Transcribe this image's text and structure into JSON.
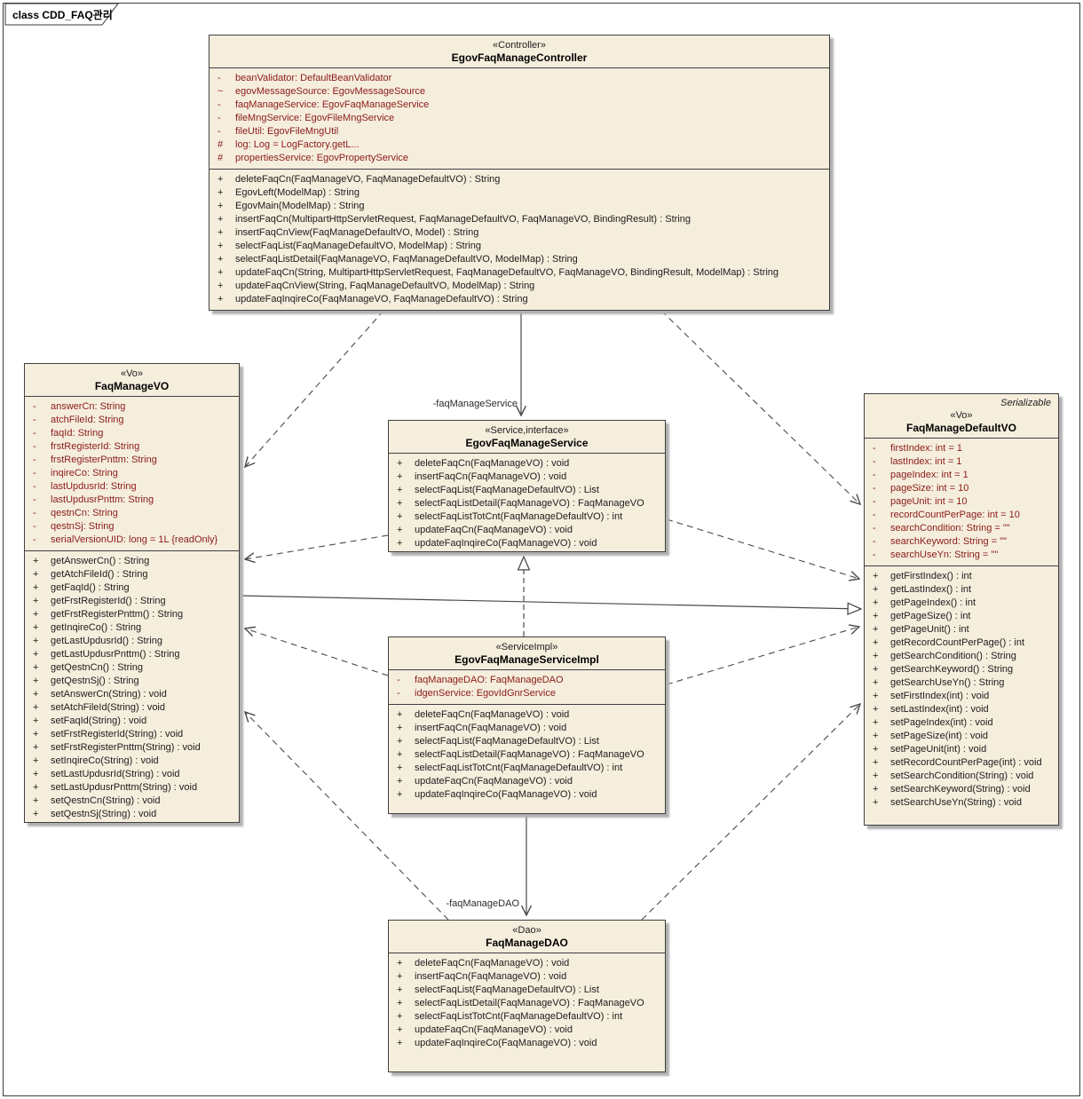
{
  "frame": {
    "title": "class CDD_FAQ관리"
  },
  "colors": {
    "background": "#ffffff",
    "box_fill": "#f5eedd",
    "box_border": "#3f3f3f",
    "attribute_text": "#8b1a1a",
    "method_text": "#1c1c1c",
    "line": "#4a4a4a",
    "shadow": "#b0b0b0"
  },
  "connectors": {
    "controller_service_label": "-faqManageService",
    "serviceimpl_dao_label": "-faqManageDAO"
  },
  "classes": {
    "controller": {
      "stereotype": "«Controller»",
      "name": "EgovFaqManageController",
      "attributes": [
        {
          "v": "-",
          "t": "beanValidator:  DefaultBeanValidator"
        },
        {
          "v": "~",
          "t": "egovMessageSource:  EgovMessageSource"
        },
        {
          "v": "-",
          "t": "faqManageService:  EgovFaqManageService"
        },
        {
          "v": "-",
          "t": "fileMngService:  EgovFileMngService"
        },
        {
          "v": "-",
          "t": "fileUtil:  EgovFileMngUtil"
        },
        {
          "v": "#",
          "t": "log:  Log = LogFactory.getL..."
        },
        {
          "v": "#",
          "t": "propertiesService:  EgovPropertyService"
        }
      ],
      "methods": [
        {
          "v": "+",
          "t": "deleteFaqCn(FaqManageVO, FaqManageDefaultVO) : String"
        },
        {
          "v": "+",
          "t": "EgovLeft(ModelMap) : String"
        },
        {
          "v": "+",
          "t": "EgovMain(ModelMap) : String"
        },
        {
          "v": "+",
          "t": "insertFaqCn(MultipartHttpServletRequest, FaqManageDefaultVO, FaqManageVO, BindingResult) : String"
        },
        {
          "v": "+",
          "t": "insertFaqCnView(FaqManageDefaultVO, Model) : String"
        },
        {
          "v": "+",
          "t": "selectFaqList(FaqManageDefaultVO, ModelMap) : String"
        },
        {
          "v": "+",
          "t": "selectFaqListDetail(FaqManageVO, FaqManageDefaultVO, ModelMap) : String"
        },
        {
          "v": "+",
          "t": "updateFaqCn(String, MultipartHttpServletRequest, FaqManageDefaultVO, FaqManageVO, BindingResult, ModelMap) : String"
        },
        {
          "v": "+",
          "t": "updateFaqCnView(String, FaqManageDefaultVO, ModelMap) : String"
        },
        {
          "v": "+",
          "t": "updateFaqInqireCo(FaqManageVO, FaqManageDefaultVO) : String"
        }
      ]
    },
    "faq_manage_vo": {
      "stereotype": "«Vo»",
      "name": "FaqManageVO",
      "attributes": [
        {
          "v": "-",
          "t": "answerCn:  String"
        },
        {
          "v": "-",
          "t": "atchFileId:  String"
        },
        {
          "v": "-",
          "t": "faqId:  String"
        },
        {
          "v": "-",
          "t": "frstRegisterId:  String"
        },
        {
          "v": "-",
          "t": "frstRegisterPnttm:  String"
        },
        {
          "v": "-",
          "t": "inqireCo:  String"
        },
        {
          "v": "-",
          "t": "lastUpdusrId:  String"
        },
        {
          "v": "-",
          "t": "lastUpdusrPnttm:  String"
        },
        {
          "v": "-",
          "t": "qestnCn:  String"
        },
        {
          "v": "-",
          "t": "qestnSj:  String"
        },
        {
          "v": "-",
          "t": "serialVersionUID:  long = 1L {readOnly}"
        }
      ],
      "methods": [
        {
          "v": "+",
          "t": "getAnswerCn() : String"
        },
        {
          "v": "+",
          "t": "getAtchFileId() : String"
        },
        {
          "v": "+",
          "t": "getFaqId() : String"
        },
        {
          "v": "+",
          "t": "getFrstRegisterId() : String"
        },
        {
          "v": "+",
          "t": "getFrstRegisterPnttm() : String"
        },
        {
          "v": "+",
          "t": "getInqireCo() : String"
        },
        {
          "v": "+",
          "t": "getLastUpdusrId() : String"
        },
        {
          "v": "+",
          "t": "getLastUpdusrPnttm() : String"
        },
        {
          "v": "+",
          "t": "getQestnCn() : String"
        },
        {
          "v": "+",
          "t": "getQestnSj() : String"
        },
        {
          "v": "+",
          "t": "setAnswerCn(String) : void"
        },
        {
          "v": "+",
          "t": "setAtchFileId(String) : void"
        },
        {
          "v": "+",
          "t": "setFaqId(String) : void"
        },
        {
          "v": "+",
          "t": "setFrstRegisterId(String) : void"
        },
        {
          "v": "+",
          "t": "setFrstRegisterPnttm(String) : void"
        },
        {
          "v": "+",
          "t": "setInqireCo(String) : void"
        },
        {
          "v": "+",
          "t": "setLastUpdusrId(String) : void"
        },
        {
          "v": "+",
          "t": "setLastUpdusrPnttm(String) : void"
        },
        {
          "v": "+",
          "t": "setQestnCn(String) : void"
        },
        {
          "v": "+",
          "t": "setQestnSj(String) : void"
        }
      ]
    },
    "service": {
      "stereotype": "«Service,interface»",
      "name": "EgovFaqManageService",
      "methods": [
        {
          "v": "+",
          "t": "deleteFaqCn(FaqManageVO) : void"
        },
        {
          "v": "+",
          "t": "insertFaqCn(FaqManageVO) : void"
        },
        {
          "v": "+",
          "t": "selectFaqList(FaqManageDefaultVO) : List"
        },
        {
          "v": "+",
          "t": "selectFaqListDetail(FaqManageVO) : FaqManageVO"
        },
        {
          "v": "+",
          "t": "selectFaqListTotCnt(FaqManageDefaultVO) : int"
        },
        {
          "v": "+",
          "t": "updateFaqCn(FaqManageVO) : void"
        },
        {
          "v": "+",
          "t": "updateFaqInqireCo(FaqManageVO) : void"
        }
      ]
    },
    "service_impl": {
      "stereotype": "«ServiceImpl»",
      "name": "EgovFaqManageServiceImpl",
      "attributes": [
        {
          "v": "-",
          "t": "faqManageDAO:  FaqManageDAO"
        },
        {
          "v": "-",
          "t": "idgenService:  EgovIdGnrService"
        }
      ],
      "methods": [
        {
          "v": "+",
          "t": "deleteFaqCn(FaqManageVO) : void"
        },
        {
          "v": "+",
          "t": "insertFaqCn(FaqManageVO) : void"
        },
        {
          "v": "+",
          "t": "selectFaqList(FaqManageDefaultVO) : List"
        },
        {
          "v": "+",
          "t": "selectFaqListDetail(FaqManageVO) : FaqManageVO"
        },
        {
          "v": "+",
          "t": "selectFaqListTotCnt(FaqManageDefaultVO) : int"
        },
        {
          "v": "+",
          "t": "updateFaqCn(FaqManageVO) : void"
        },
        {
          "v": "+",
          "t": "updateFaqInqireCo(FaqManageVO) : void"
        }
      ]
    },
    "default_vo": {
      "annotation": "Serializable",
      "stereotype": "«Vo»",
      "name": "FaqManageDefaultVO",
      "attributes": [
        {
          "v": "-",
          "t": "firstIndex:  int = 1"
        },
        {
          "v": "-",
          "t": "lastIndex:  int = 1"
        },
        {
          "v": "-",
          "t": "pageIndex:  int = 1"
        },
        {
          "v": "-",
          "t": "pageSize:  int = 10"
        },
        {
          "v": "-",
          "t": "pageUnit:  int = 10"
        },
        {
          "v": "-",
          "t": "recordCountPerPage:  int = 10"
        },
        {
          "v": "-",
          "t": "searchCondition:  String = \"\""
        },
        {
          "v": "-",
          "t": "searchKeyword:  String = \"\""
        },
        {
          "v": "-",
          "t": "searchUseYn:  String = \"\""
        }
      ],
      "methods": [
        {
          "v": "+",
          "t": "getFirstIndex() : int"
        },
        {
          "v": "+",
          "t": "getLastIndex() : int"
        },
        {
          "v": "+",
          "t": "getPageIndex() : int"
        },
        {
          "v": "+",
          "t": "getPageSize() : int"
        },
        {
          "v": "+",
          "t": "getPageUnit() : int"
        },
        {
          "v": "+",
          "t": "getRecordCountPerPage() : int"
        },
        {
          "v": "+",
          "t": "getSearchCondition() : String"
        },
        {
          "v": "+",
          "t": "getSearchKeyword() : String"
        },
        {
          "v": "+",
          "t": "getSearchUseYn() : String"
        },
        {
          "v": "+",
          "t": "setFirstIndex(int) : void"
        },
        {
          "v": "+",
          "t": "setLastIndex(int) : void"
        },
        {
          "v": "+",
          "t": "setPageIndex(int) : void"
        },
        {
          "v": "+",
          "t": "setPageSize(int) : void"
        },
        {
          "v": "+",
          "t": "setPageUnit(int) : void"
        },
        {
          "v": "+",
          "t": "setRecordCountPerPage(int) : void"
        },
        {
          "v": "+",
          "t": "setSearchCondition(String) : void"
        },
        {
          "v": "+",
          "t": "setSearchKeyword(String) : void"
        },
        {
          "v": "+",
          "t": "setSearchUseYn(String) : void"
        }
      ]
    },
    "dao": {
      "stereotype": "«Dao»",
      "name": "FaqManageDAO",
      "methods": [
        {
          "v": "+",
          "t": "deleteFaqCn(FaqManageVO) : void"
        },
        {
          "v": "+",
          "t": "insertFaqCn(FaqManageVO) : void"
        },
        {
          "v": "+",
          "t": "selectFaqList(FaqManageDefaultVO) : List"
        },
        {
          "v": "+",
          "t": "selectFaqListDetail(FaqManageVO) : FaqManageVO"
        },
        {
          "v": "+",
          "t": "selectFaqListTotCnt(FaqManageDefaultVO) : int"
        },
        {
          "v": "+",
          "t": "updateFaqCn(FaqManageVO) : void"
        },
        {
          "v": "+",
          "t": "updateFaqInqireCo(FaqManageVO) : void"
        }
      ]
    }
  }
}
